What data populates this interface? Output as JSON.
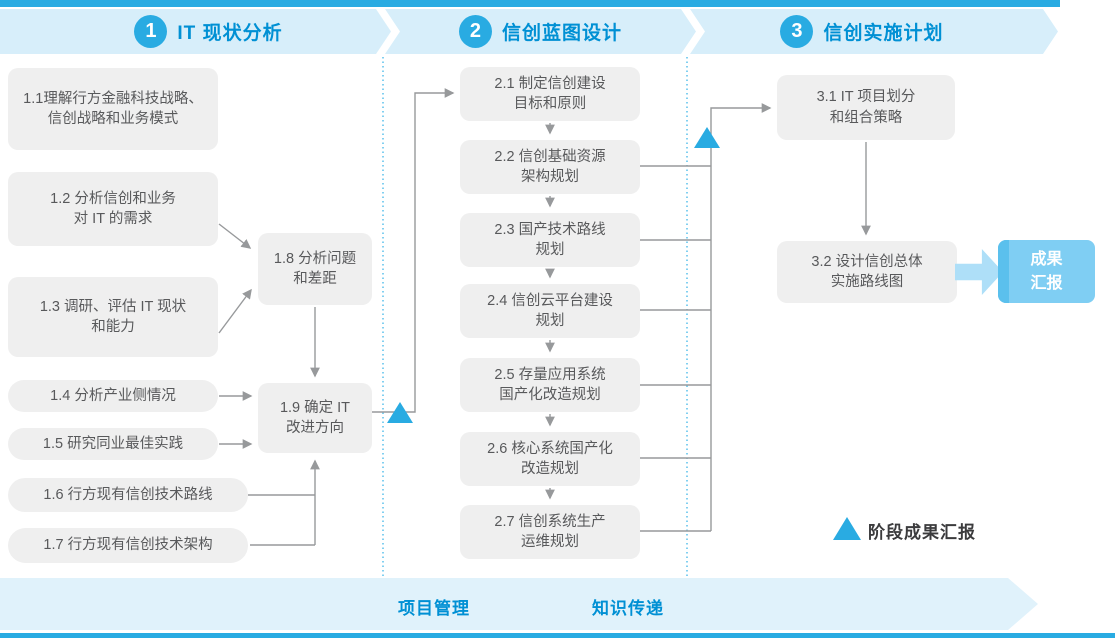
{
  "colors": {
    "accent_blue": "#29ABE2",
    "phase_band_fill": "#D7EEFA",
    "phase_title_text": "#0090D4",
    "step_box_fill": "#EFEFEF",
    "step_box_text": "#58595B",
    "connector_gray": "#97999B",
    "result_box_fill": "#7FCEF3",
    "result_box_accent": "#5BC0ED",
    "bottom_band_fill": "#E0F2FB"
  },
  "phases": [
    {
      "num": "1",
      "label": "IT 现状分析"
    },
    {
      "num": "2",
      "label": "信创蓝图设计"
    },
    {
      "num": "3",
      "label": "信创实施计划"
    }
  ],
  "phase1_steps": {
    "s11": "1.1理解行方金融科技战略、\n信创战略和业务模式",
    "s12": "1.2 分析信创和业务\n对 IT 的需求",
    "s13": "1.3 调研、评估 IT 现状\n和能力",
    "s14": "1.4 分析产业侧情况",
    "s15": "1.5 研究同业最佳实践",
    "s16": "1.6 行方现有信创技术路线",
    "s17": "1.7 行方现有信创技术架构",
    "s18": "1.8 分析问题\n和差距",
    "s19": "1.9 确定 IT\n改进方向"
  },
  "phase2_steps": {
    "s21": "2.1 制定信创建设\n目标和原则",
    "s22": "2.2 信创基础资源\n架构规划",
    "s23": "2.3 国产技术路线\n规划",
    "s24": "2.4 信创云平台建设\n规划",
    "s25": "2.5 存量应用系统\n国产化改造规划",
    "s26": "2.6 核心系统国产化\n改造规划",
    "s27": "2.7 信创系统生产\n运维规划"
  },
  "phase3_steps": {
    "s31": "3.1 IT 项目划分\n和组合策略",
    "s32": "3.2 设计信创总体\n实施路线图"
  },
  "result_box_label": "成果\n汇报",
  "legend": {
    "label": "阶段成果汇报"
  },
  "bottom_band": {
    "left_label": "项目管理",
    "right_label": "知识传递"
  }
}
